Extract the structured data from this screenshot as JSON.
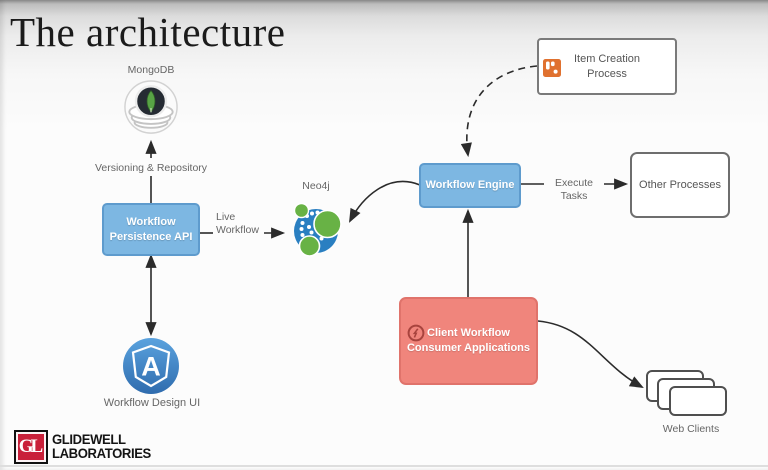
{
  "slide": {
    "title": "The architecture"
  },
  "nodes": {
    "mongodb": {
      "label": "MongoDB"
    },
    "persistence_api": {
      "label": "Workflow\nPersistence API"
    },
    "design_ui": {
      "label": "Workflow Design UI"
    },
    "neo4j": {
      "label": "Neo4j"
    },
    "workflow_engine": {
      "label": "Workflow Engine"
    },
    "item_creation": {
      "label": "Item Creation\nProcess"
    },
    "other_processes": {
      "label": "Other Processes"
    },
    "client_consumer": {
      "label": "Client Workflow\nConsumer Applications"
    },
    "web_clients": {
      "label": "Web Clients"
    }
  },
  "edges": {
    "versioning_repository": {
      "label": "Versioning & Repository"
    },
    "live_workflow": {
      "label": "Live\nWorkflow"
    },
    "execute_tasks": {
      "label": "Execute Tasks"
    }
  },
  "footer": {
    "brand_monogram": "GL",
    "brand_name": "GLIDEWELL\nLABORATORIES"
  },
  "colors": {
    "blue_node_fill": "#7db7e2",
    "blue_node_border": "#5e9bcd",
    "red_node_fill": "#f0857c",
    "red_node_border": "#e0736b",
    "arrow": "#2b2b2b",
    "rabbitmq_orange": "#e0712f",
    "neo4j_blue": "#2a7fc1",
    "neo4j_green": "#68b245",
    "angular_blue": "#3d82c4",
    "mongodb_green": "#58a345",
    "brand_red": "#c9203a"
  }
}
